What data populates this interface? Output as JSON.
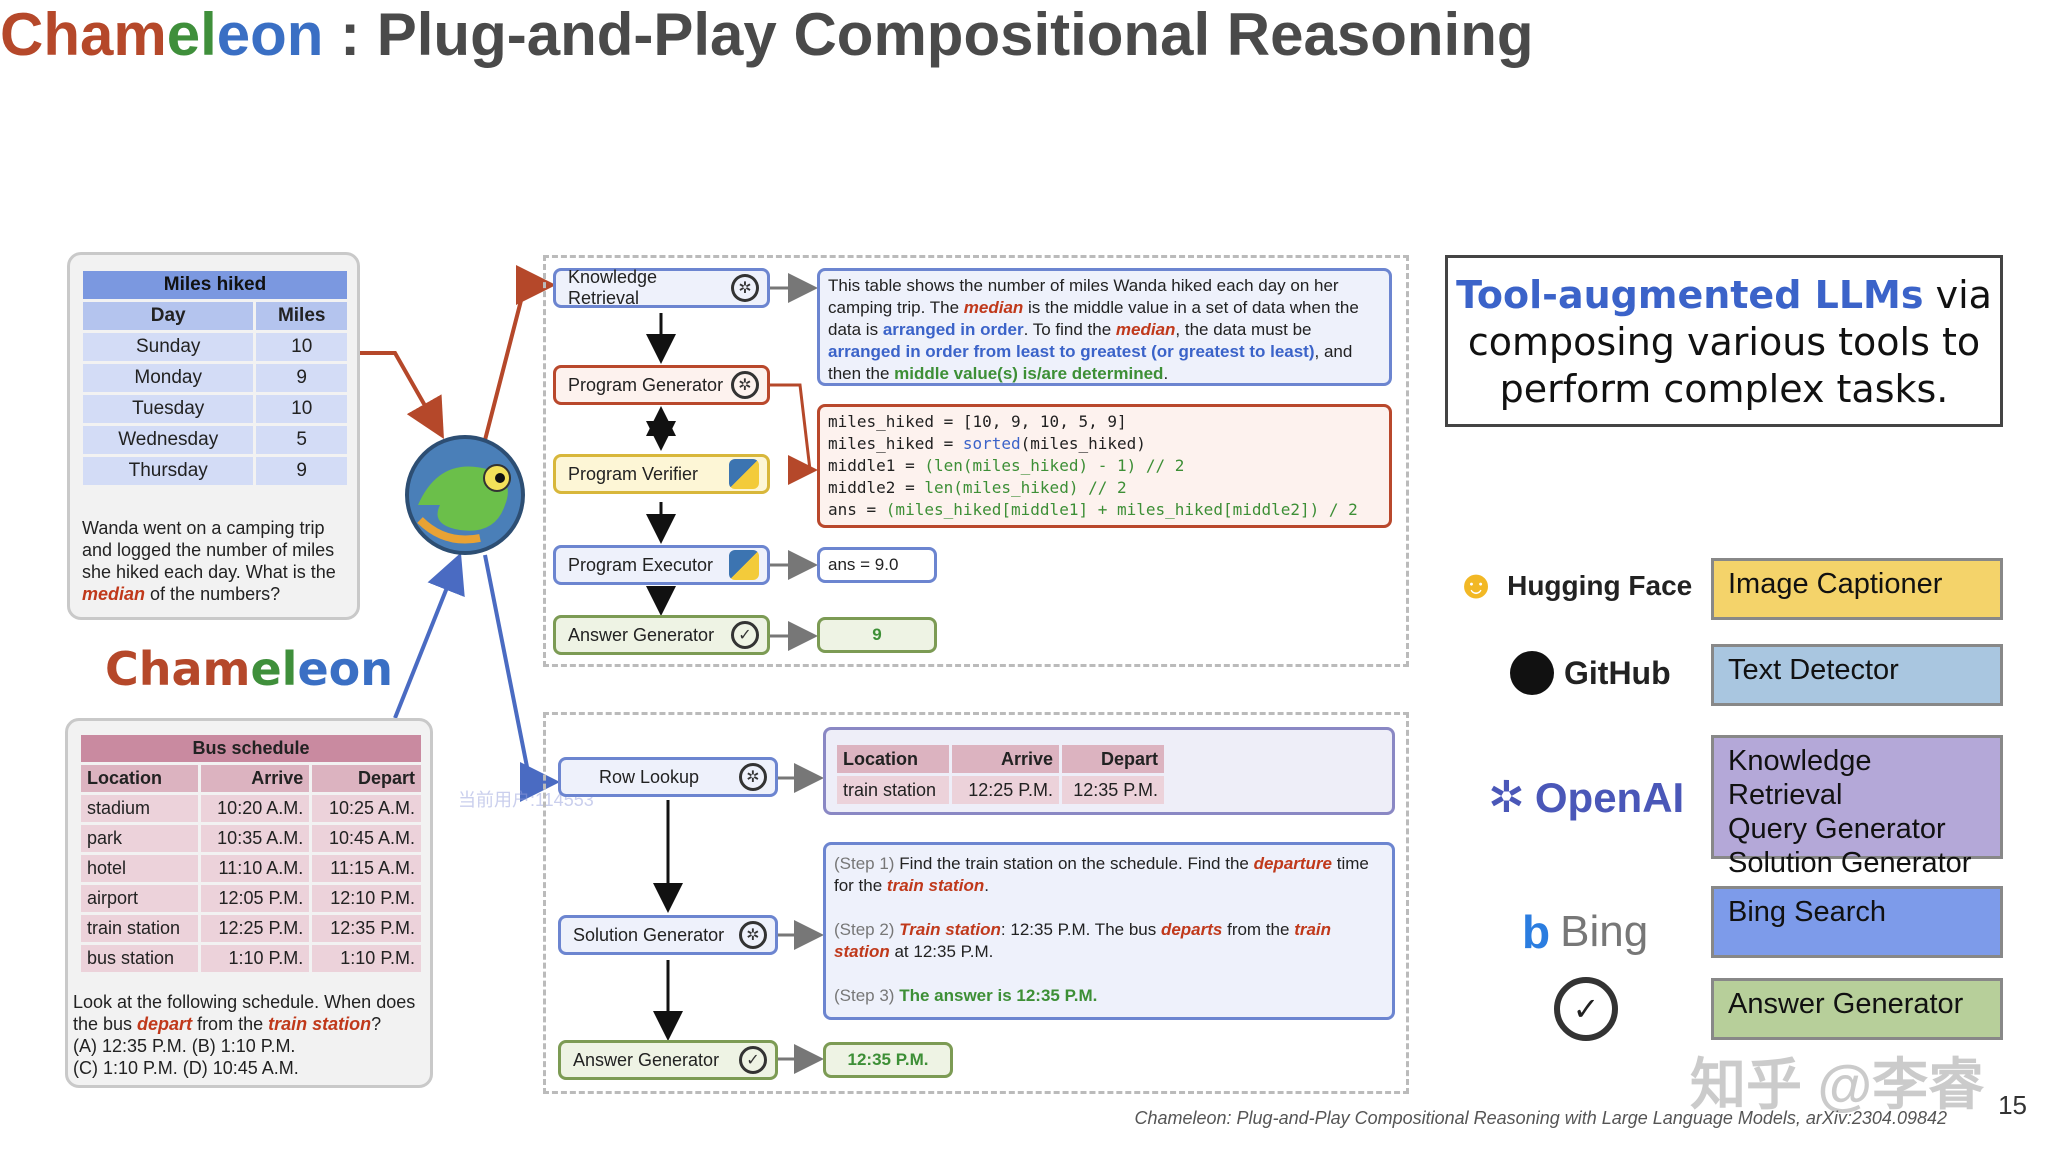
{
  "title": {
    "c1": "Cham",
    "c2": "el",
    "c3": "eon",
    "rest": " : Plug-and-Play Compositional Reasoning"
  },
  "miles_table": {
    "caption": "Miles hiked",
    "headers": [
      "Day",
      "Miles"
    ],
    "rows": [
      [
        "Sunday",
        "10"
      ],
      [
        "Monday",
        "9"
      ],
      [
        "Tuesday",
        "10"
      ],
      [
        "Wednesday",
        "5"
      ],
      [
        "Thursday",
        "9"
      ]
    ]
  },
  "miles_question": {
    "part1": "Wanda went on a camping trip and logged the number of miles she hiked each day. What is the ",
    "em": "median",
    "part2": " of the numbers?"
  },
  "chameleon_label": "Chameleon",
  "bus_table": {
    "caption": "Bus schedule",
    "headers": [
      "Location",
      "Arrive",
      "Depart"
    ],
    "rows": [
      [
        "stadium",
        "10:20 A.M.",
        "10:25 A.M."
      ],
      [
        "park",
        "10:35 A.M.",
        "10:45 A.M."
      ],
      [
        "hotel",
        "11:10 A.M.",
        "11:15 A.M."
      ],
      [
        "airport",
        "12:05 P.M.",
        "12:10 P.M."
      ],
      [
        "train station",
        "12:25 P.M.",
        "12:35 P.M."
      ],
      [
        "bus station",
        "1:10 P.M.",
        "1:10 P.M."
      ]
    ]
  },
  "bus_question": {
    "p1": "Look at the following schedule. When does the bus ",
    "em1": "depart",
    "p2": " from the ",
    "em2": "train station",
    "p3": "?",
    "opt1": "(A) 12:35 P.M. (B) 1:10 P.M.",
    "opt2": "(C) 1:10 P.M. (D) 10:45 A.M."
  },
  "pipeline1": {
    "modules": [
      "Knowledge Retrieval",
      "Program Generator",
      "Program Verifier",
      "Program Executor",
      "Answer Generator"
    ],
    "knowledge": {
      "t1": "This table shows the number of miles Wanda hiked each day on her camping trip. The ",
      "em1": "median",
      "t2": " is the middle value in a set of data when the data is ",
      "b1": "arranged in order",
      "t3": ". To find the ",
      "em2": "median",
      "t4": ", the data must be ",
      "b2": "arranged in order from least to greatest (or greatest to least)",
      "t5": ", and then the ",
      "g1": "middle value(s) is/are determined",
      "t6": "."
    },
    "code": [
      {
        "a": "miles_hiked = [10, 9, 10, 5, 9]",
        "f": "",
        "b": ""
      },
      {
        "a": "miles_hiked = ",
        "f": "sorted",
        "b": "(miles_hiked)"
      },
      {
        "a": "middle1 = ",
        "g": "(len(miles_hiked) - 1) // 2"
      },
      {
        "a": "middle2 = ",
        "g": "len(miles_hiked) // 2"
      },
      {
        "a": "ans = ",
        "g": "(miles_hiked[middle1] + miles_hiked[middle2]) / 2"
      }
    ],
    "exec_result": "ans = 9.0",
    "answer": "9"
  },
  "pipeline2": {
    "modules": [
      "Row Lookup",
      "Solution Generator",
      "Answer Generator"
    ],
    "lookup_headers": [
      "Location",
      "Arrive",
      "Depart"
    ],
    "lookup_row": [
      "train station",
      "12:25 P.M.",
      "12:35 P.M."
    ],
    "step1": {
      "label": "(Step 1)",
      "t1": " Find the train station on the schedule. Find the ",
      "em1": "departure",
      "t2": " time for the ",
      "em2": "train station",
      "t3": "."
    },
    "step2": {
      "label": "(Step 2)",
      "em1": "Train station",
      "t1": ": 12:35 P.M. The bus ",
      "em2": "departs",
      "t2": " from the ",
      "em3": "train station",
      "t3": " at 12:35 P.M."
    },
    "step3": {
      "label": "(Step 3)",
      "g": "The answer is 12:35 P.M."
    },
    "answer": "12:35 P.M."
  },
  "note": {
    "hl": "Tool-augmented LLMs",
    "t1": " via",
    "t2": "composing various tools to",
    "t3": "perform complex tasks."
  },
  "brands": [
    "Hugging Face",
    "GitHub",
    "OpenAI",
    "Bing"
  ],
  "tools": [
    "Image Captioner",
    "Text Detector",
    "Knowledge Retrieval",
    "Query Generator",
    "Solution Generator",
    "Bing Search",
    "Answer Generator"
  ],
  "colors": {
    "image_captioner": "#f4d36a",
    "text_detector": "#a9c6e0",
    "openai_tools": "#b4a8d8",
    "bing_search": "#7d9bea",
    "answer_generator": "#b7cf9a"
  },
  "caption": "Chameleon: Plug-and-Play Compositional Reasoning with Large Language Models, arXiv:2304.09842",
  "page_number": "15",
  "watermark": "知乎 @李睿",
  "watermark2": "当前用户:114553"
}
